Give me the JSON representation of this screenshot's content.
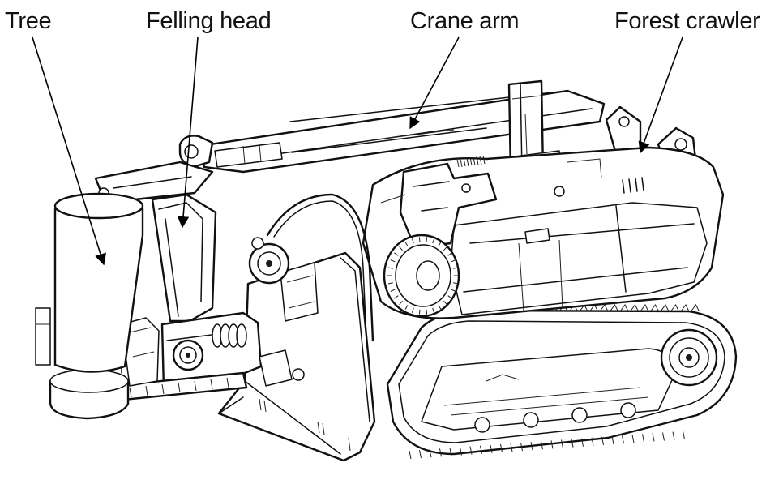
{
  "labels": {
    "tree": "Tree",
    "felling_head": "Felling head",
    "crane_arm": "Crane arm",
    "forest_crawler": "Forest crawler"
  },
  "colors": {
    "line": "#111111",
    "background": "#ffffff"
  }
}
